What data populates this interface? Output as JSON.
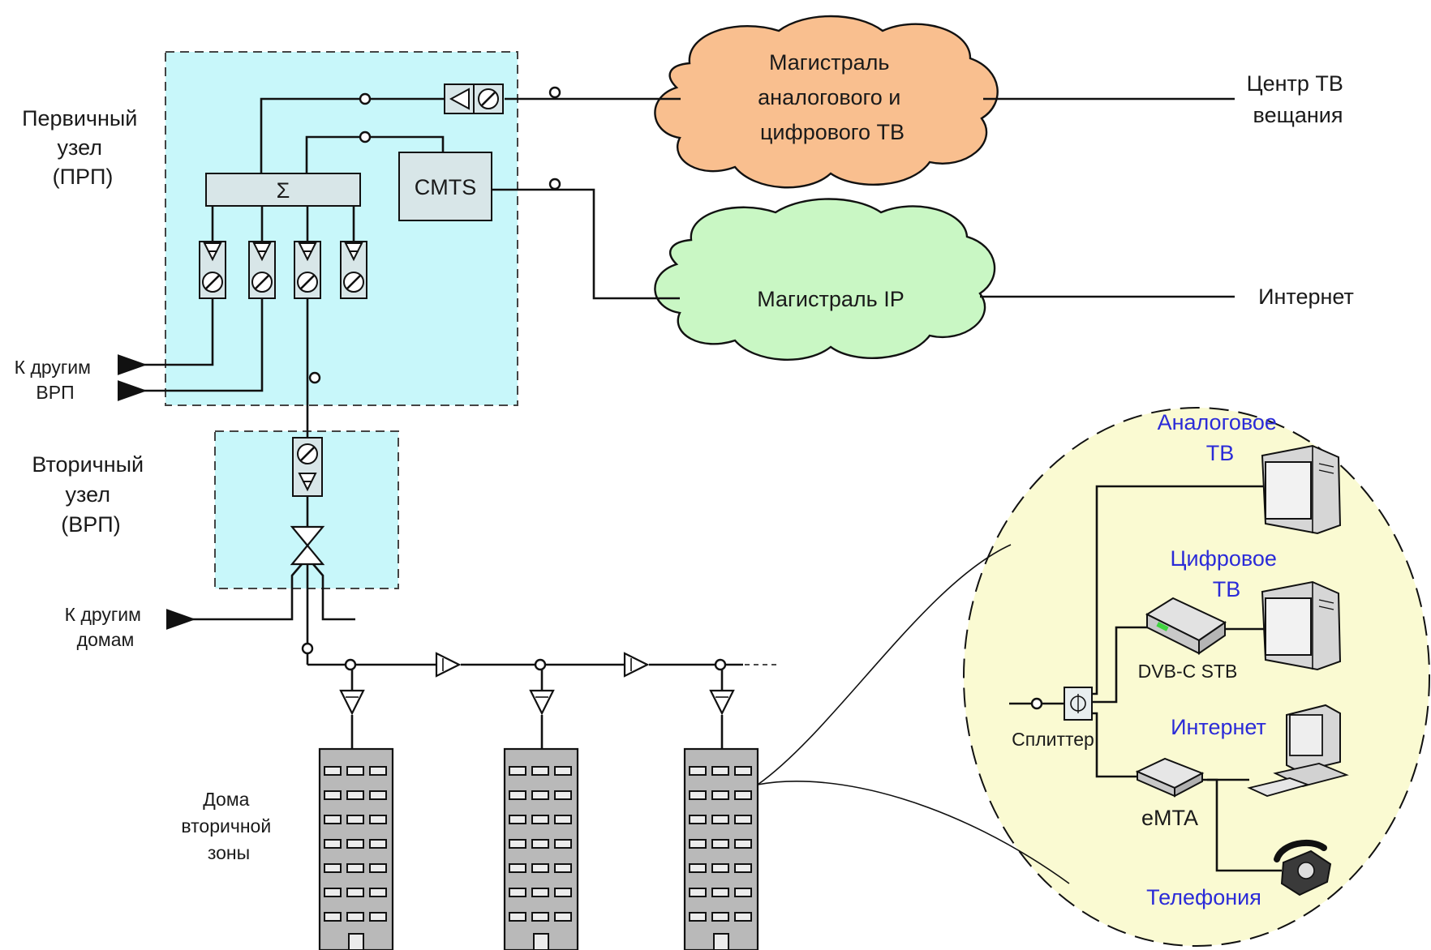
{
  "primary_node": {
    "line1": "Первичный",
    "line2": "узел",
    "line3": "(ПРП)"
  },
  "secondary_node": {
    "line1": "Вторичный",
    "line2": "узел",
    "line3": "(ВРП)"
  },
  "combiner": {
    "symbol": "Σ"
  },
  "cmts": {
    "label": "CMTS"
  },
  "tv_backbone": {
    "line1": "Магистраль",
    "line2": "аналогового и",
    "line3": "цифрового ТВ"
  },
  "ip_backbone": {
    "label": "Магистраль IP"
  },
  "tv_center": {
    "line1": "Центр ТВ",
    "line2": "вещания"
  },
  "internet_link": {
    "label": "Интернет"
  },
  "other_vrp": {
    "line1": "К другим",
    "line2": "ВРП"
  },
  "other_houses": {
    "line1": "К другим",
    "line2": "домам"
  },
  "houses": {
    "line1": "Дома",
    "line2": "вторичной",
    "line3": "зоны"
  },
  "subscriber": {
    "analog_tv": {
      "line1": "Аналоговое",
      "line2": "ТВ"
    },
    "digital_tv": {
      "line1": "Цифровое",
      "line2": "ТВ"
    },
    "stb": "DVB-C STB",
    "internet": "Интернет",
    "splitter": "Сплиттер",
    "emta": "eMTA",
    "telephony": "Телефония"
  },
  "colors": {
    "node_zone": "#c8f7fa",
    "tv_cloud": "#f9bf8f",
    "ip_cloud": "#c9f7c4",
    "subscriber_zone": "#fafad2",
    "subscriber_text": "#2b2bd8"
  }
}
